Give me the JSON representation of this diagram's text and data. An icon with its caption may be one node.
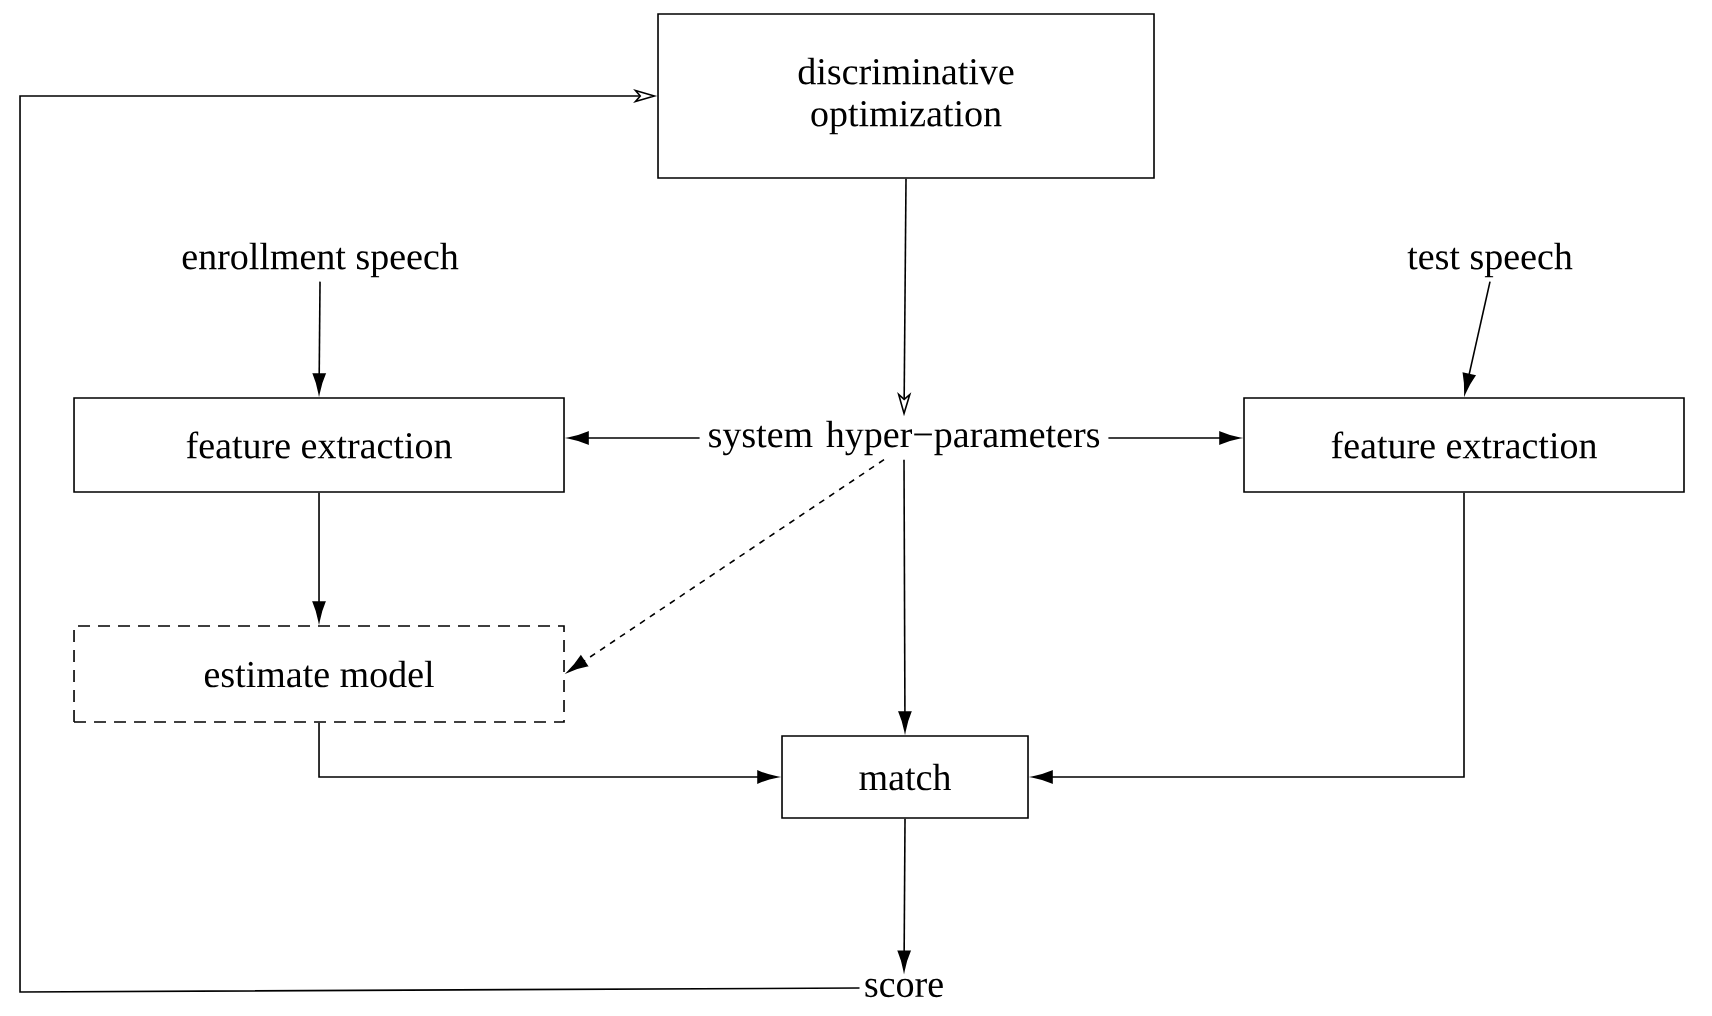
{
  "diagram": {
    "nodes": [
      {
        "text": [
          "discriminative optimization"
        ]
      },
      {
        "text": [
          "enrollment speech"
        ]
      },
      {
        "text": [
          "test speech"
        ]
      },
      {
        "text": [
          "system hyper−parameters"
        ]
      },
      {
        "text": [
          "feature extraction"
        ]
      },
      {
        "text": [
          "feature extraction"
        ]
      },
      {
        "text": [
          "estimate model"
        ]
      },
      {
        "text": [
          "match"
        ]
      },
      {
        "text": [
          "score"
        ]
      }
    ],
    "edges": [
      {
        "from": 8,
        "to": 0,
        "arrow": "to"
      },
      {
        "from": 0,
        "to": 3,
        "arrow": "to"
      },
      {
        "from": 1,
        "to": 4,
        "arrow": "to"
      },
      {
        "from": 2,
        "to": 5,
        "arrow": "to"
      },
      {
        "from": 3,
        "to": 4,
        "arrow": "to"
      },
      {
        "from": 3,
        "to": 5,
        "arrow": "to"
      },
      {
        "from": 3,
        "to": 6,
        "arrow": "to",
        "style": "dashed"
      },
      {
        "from": 3,
        "to": 7,
        "arrow": "to"
      },
      {
        "from": 4,
        "to": 6,
        "arrow": "to"
      },
      {
        "from": 6,
        "to": 7,
        "arrow": "to"
      },
      {
        "from": 5,
        "to": 7,
        "arrow": "to"
      },
      {
        "from": 7,
        "to": 8,
        "arrow": "to"
      }
    ]
  }
}
